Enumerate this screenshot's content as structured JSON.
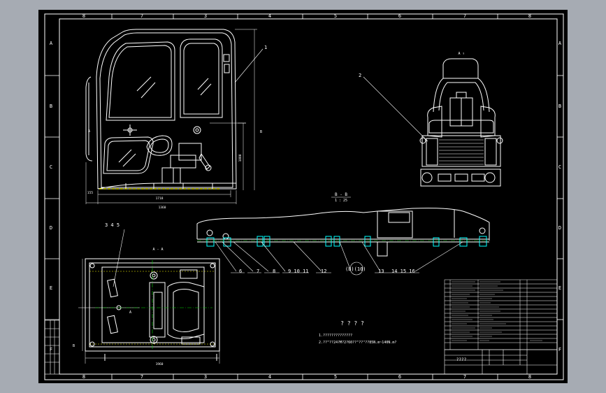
{
  "frame": {
    "columns": [
      "8",
      "7",
      "3",
      "4",
      "5",
      "6",
      "7",
      "8"
    ],
    "rows": [
      "A",
      "B",
      "C",
      "D",
      "E",
      "F"
    ]
  },
  "views": {
    "section_aa": {
      "label": "A - A"
    },
    "section_bb": {
      "label": "B - B",
      "scale": "1 : 25"
    },
    "seat_view": {
      "label": "A ↑"
    },
    "cab_marks": {
      "a": "A",
      "b": "B"
    },
    "plan_marks": {
      "b": "B",
      "a": "A"
    }
  },
  "dimensions": {
    "cab_width": "1718",
    "cab_overall": "1360",
    "cab_offset": "155",
    "cab_height": "1880",
    "plan_width": "1960"
  },
  "leaders": [
    "1",
    "2",
    "3 4 5",
    "6",
    "7",
    "8",
    "9 10 11",
    "12",
    "13",
    "14 15 16"
  ],
  "annotations": {
    "detail_callout": "(B)(10)",
    "notes_title": "? ? ? ?",
    "note_1": "1.??????????????",
    "note_2": "2.??\"??24?M?2?60??\"??\"??85N.m~140N.m?"
  },
  "title_block": {
    "name": "????"
  },
  "colors": {
    "background": "#000000",
    "outer": "#a6abb3",
    "line": "#ffffff",
    "yellow": "#ffff00",
    "green": "#00d400",
    "cyan": "#00ffff"
  }
}
